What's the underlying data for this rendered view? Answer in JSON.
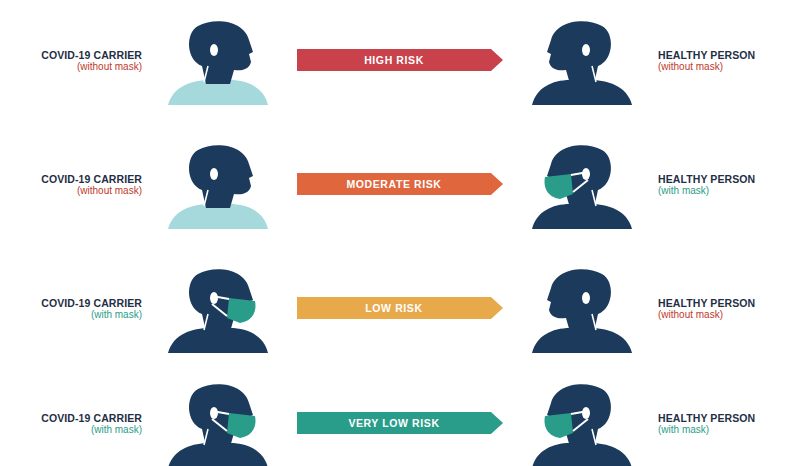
{
  "diagram": {
    "nodes": [
      {
        "text": [
          "HIGH RISK"
        ]
      },
      {
        "text": [
          "MODERATE RISK"
        ]
      },
      {
        "text": [
          "LOW RISK"
        ]
      },
      {
        "text": [
          "VERY LOW RISK"
        ]
      }
    ],
    "labels": [
      "COVID-19 CARRIER",
      "(without mask)",
      "HEALTHY PERSON",
      "(without mask)",
      "COVID-19 CARRIER",
      "(without mask)",
      "HEALTHY PERSON",
      "(with mask)",
      "COVID-19 CARRIER",
      "(with mask)",
      "HEALTHY PERSON",
      "(without mask)",
      "COVID-19 CARRIER",
      "(with mask)",
      "HEALTHY PERSON",
      "(with mask)"
    ]
  }
}
